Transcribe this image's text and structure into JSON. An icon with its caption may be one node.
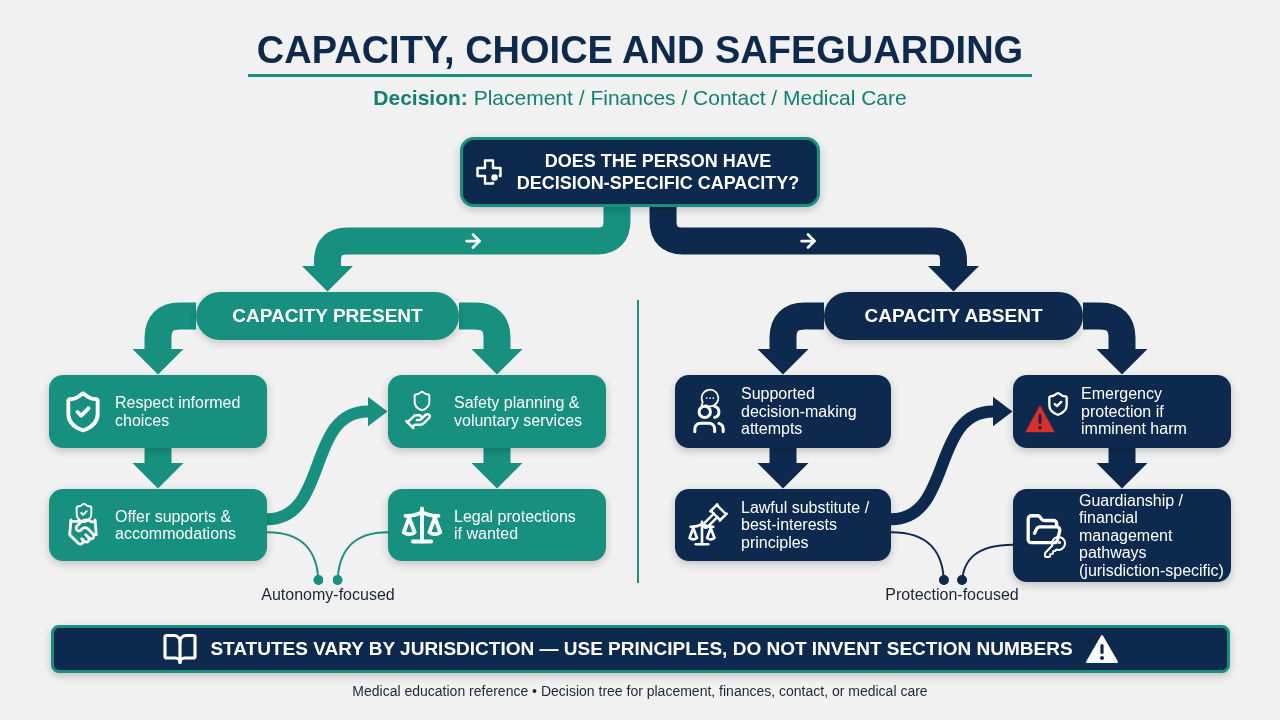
{
  "diagram": {
    "title": "CAPACITY, CHOICE AND SAFEGUARDING",
    "caption": "Medical education reference • Decision tree for placement, finances, contact, or medical care",
    "nodes": [
      {
        "text": [
          "DOES THE PERSON HAVE DECISION-SPECIFIC CAPACITY?"
        ]
      },
      {
        "text": [
          "CAPACITY PRESENT"
        ]
      },
      {
        "text": [
          "CAPACITY ABSENT"
        ]
      },
      {
        "text": [
          "Respect informed choices"
        ]
      },
      {
        "text": [
          "Safety planning & voluntary services"
        ]
      },
      {
        "text": [
          "Offer supports & accommodations"
        ]
      },
      {
        "text": [
          "Legal protections if wanted"
        ]
      },
      {
        "text": [
          "Supported decision-making attempts"
        ]
      },
      {
        "text": [
          "Emergency protection if imminent harm"
        ]
      },
      {
        "text": [
          "Lawful substitute / best-interests principles"
        ]
      },
      {
        "text": [
          "Guardianship / financial management pathways (jurisdiction-specific)"
        ]
      },
      {
        "text": [
          "Autonomy-focused"
        ]
      },
      {
        "text": [
          "Protection-focused"
        ]
      },
      {
        "text": [
          "STATUTES VARY BY JURISDICTION — USE PRINCIPLES, DO NOT INVENT SECTION NUMBERS"
        ]
      }
    ],
    "edges": [
      {
        "from": 0,
        "to": 1,
        "arrow": "to",
        "color": "#17907f"
      },
      {
        "from": 0,
        "to": 2,
        "arrow": "to",
        "color": "#0d2a4e"
      },
      {
        "from": 1,
        "to": 3,
        "arrow": "to",
        "color": "#17907f"
      },
      {
        "from": 1,
        "to": 4,
        "arrow": "to",
        "color": "#17907f"
      },
      {
        "from": 2,
        "to": 7,
        "arrow": "to",
        "color": "#0d2a4e"
      },
      {
        "from": 2,
        "to": 8,
        "arrow": "to",
        "color": "#0d2a4e"
      },
      {
        "from": 3,
        "to": 5,
        "arrow": "to",
        "color": "#17907f"
      },
      {
        "from": 4,
        "to": 6,
        "arrow": "to",
        "color": "#17907f"
      },
      {
        "from": 7,
        "to": 9,
        "arrow": "to",
        "color": "#0d2a4e"
      },
      {
        "from": 8,
        "to": 10,
        "arrow": "to",
        "color": "#0d2a4e"
      },
      {
        "from": 5,
        "to": 4,
        "arrow": "to",
        "color": "#17907f"
      },
      {
        "from": 9,
        "to": 8,
        "arrow": "to",
        "color": "#0d2a4e"
      },
      {
        "from": 5,
        "to": 11,
        "arrow": "other",
        "color": "#17907f"
      },
      {
        "from": 6,
        "to": 11,
        "arrow": "other",
        "color": "#17907f"
      },
      {
        "from": 9,
        "to": 12,
        "arrow": "other",
        "color": "#0d2a4e"
      },
      {
        "from": 10,
        "to": 12,
        "arrow": "other",
        "color": "#0d2a4e"
      }
    ],
    "labels": [
      "**Decision:** Placement / Finances / Contact / Medical Care"
    ]
  }
}
